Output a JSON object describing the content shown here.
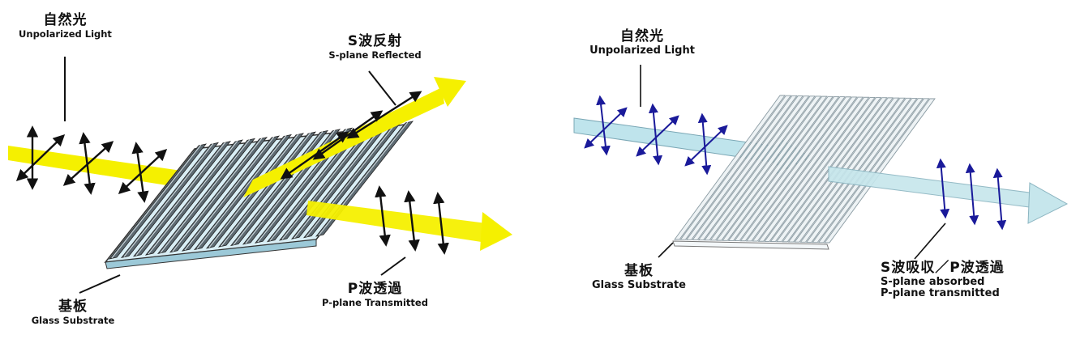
{
  "left_panel": {
    "unpolarized": {
      "zh": "自然光",
      "en": "Unpolarized Light"
    },
    "reflected": {
      "zh": "S波反射",
      "en": "S-plane Reflected"
    },
    "transmitted": {
      "zh": "P波透過",
      "en": "P-plane Transmitted"
    },
    "substrate": {
      "zh": "基板",
      "en": "Glass Substrate"
    }
  },
  "right_panel": {
    "unpolarized": {
      "zh": "自然光",
      "en": "Unpolarized Light"
    },
    "substrate": {
      "zh": "基板",
      "en": "Glass Substrate"
    },
    "result": {
      "zh": "S波吸収／P波透過",
      "en_line1": "S-plane absorbed",
      "en_line2": "P-plane transmitted"
    }
  },
  "colors": {
    "yellow_beam": "#f5f000",
    "blue_beam": "#bfe4ec",
    "blue_arrow": "#1a1a9a",
    "black_arrow": "#111111",
    "grating_dark": "#5d6a72",
    "grating_light": "#c9d6dc"
  }
}
